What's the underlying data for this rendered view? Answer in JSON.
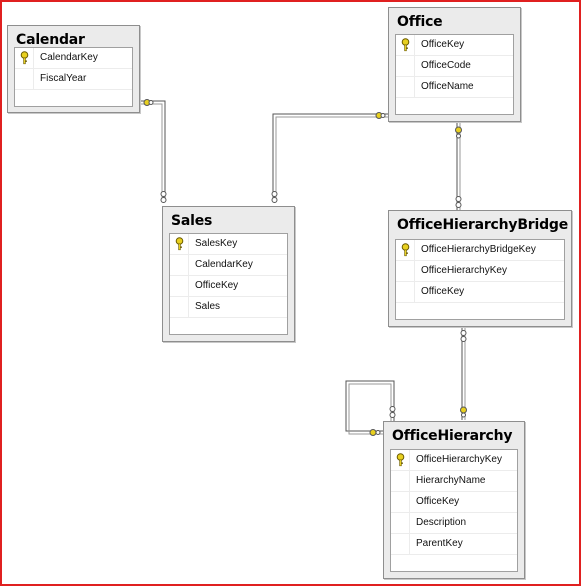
{
  "diagram": {
    "tables": [
      {
        "id": "calendar",
        "title": "Calendar",
        "columns": [
          {
            "name": "CalendarKey",
            "pk": true
          },
          {
            "name": "FiscalYear",
            "pk": false
          }
        ]
      },
      {
        "id": "office",
        "title": "Office",
        "columns": [
          {
            "name": "OfficeKey",
            "pk": true
          },
          {
            "name": "OfficeCode",
            "pk": false
          },
          {
            "name": "OfficeName",
            "pk": false
          }
        ]
      },
      {
        "id": "sales",
        "title": "Sales",
        "columns": [
          {
            "name": "SalesKey",
            "pk": true
          },
          {
            "name": "CalendarKey",
            "pk": false
          },
          {
            "name": "OfficeKey",
            "pk": false
          },
          {
            "name": "Sales",
            "pk": false
          }
        ]
      },
      {
        "id": "bridge",
        "title": "OfficeHierarchyBridge",
        "columns": [
          {
            "name": "OfficeHierarchyBridgeKey",
            "pk": true
          },
          {
            "name": "OfficeHierarchyKey",
            "pk": false
          },
          {
            "name": "OfficeKey",
            "pk": false
          }
        ]
      },
      {
        "id": "hierarchy",
        "title": "OfficeHierarchy",
        "columns": [
          {
            "name": "OfficeHierarchyKey",
            "pk": true
          },
          {
            "name": "HierarchyName",
            "pk": false
          },
          {
            "name": "OfficeKey",
            "pk": false
          },
          {
            "name": "Description",
            "pk": false
          },
          {
            "name": "ParentKey",
            "pk": false
          }
        ]
      }
    ],
    "relationships": [
      {
        "from": "calendar",
        "to": "sales"
      },
      {
        "from": "office",
        "to": "sales"
      },
      {
        "from": "office",
        "to": "bridge"
      },
      {
        "from": "hierarchy",
        "to": "bridge"
      },
      {
        "from": "hierarchy",
        "to": "hierarchy"
      }
    ],
    "colors": {
      "frame": "#e02020",
      "key": "#e8d020",
      "line": "#6a6a6a",
      "box": "#ebebeb"
    }
  }
}
